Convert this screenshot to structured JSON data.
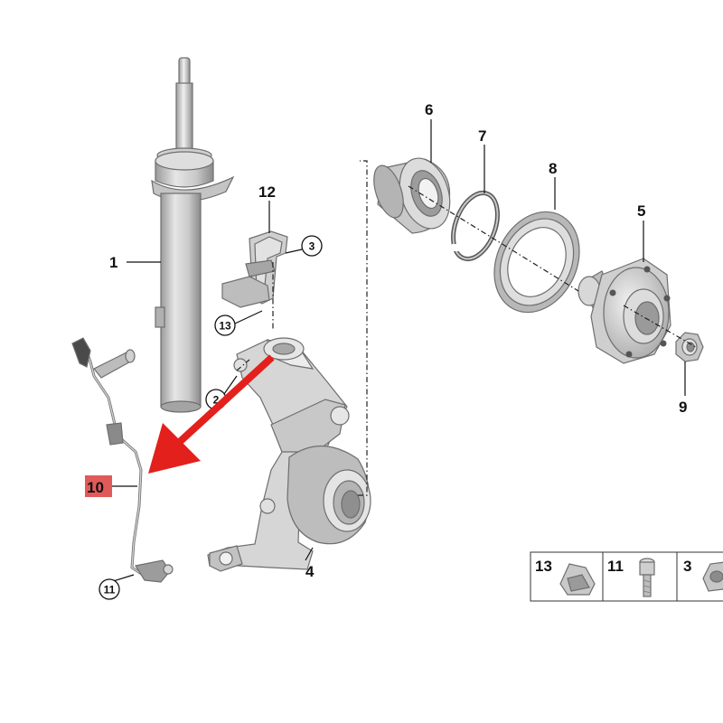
{
  "callouts": {
    "c1": "1",
    "c2": "2",
    "c3": "3",
    "c4": "4",
    "c5": "5",
    "c6": "6",
    "c7": "7",
    "c8": "8",
    "c9": "9",
    "c10": "10",
    "c11": "11",
    "c12": "12",
    "c13": "13"
  },
  "legend": {
    "item13": "13",
    "item11": "11",
    "item3": "3"
  },
  "colors": {
    "highlight": "#e05a5a",
    "arrow": "#e3201b",
    "part_light": "#d9d9d9",
    "part_dark": "#8f8f8f"
  }
}
